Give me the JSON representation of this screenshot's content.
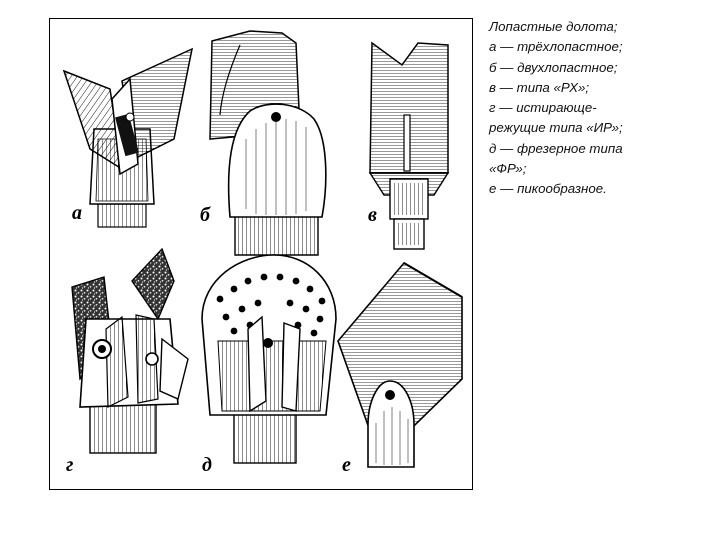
{
  "figure": {
    "labels": [
      "а",
      "б",
      "в",
      "г",
      "д",
      "е"
    ],
    "icons": [
      "three-blade-bit-icon",
      "two-blade-bit-icon",
      "rx-bit-icon",
      "ir-bit-icon",
      "fr-milling-bit-icon",
      "pike-bit-icon"
    ]
  },
  "caption": {
    "lines": [
      "Лопастные долота;",
      "а — трёхлопастное;",
      "б — двухлопастное;",
      "в — типа «РХ»;",
      "г — истирающе-",
      "режущие типа «ИР»;",
      "д — фрезерное типа",
      "«ФР»;",
      "е — пикообразное."
    ]
  }
}
